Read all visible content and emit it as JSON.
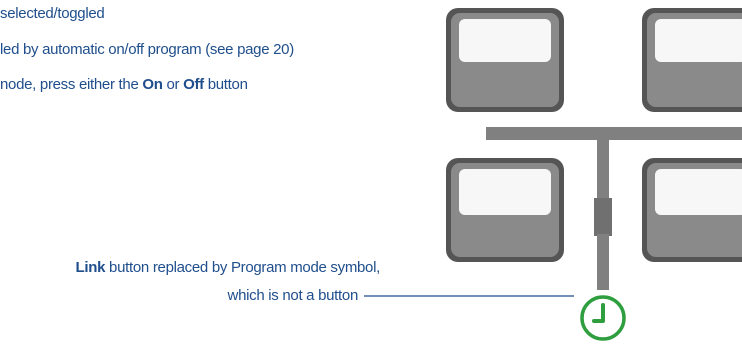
{
  "bullets": {
    "line1": "selected/toggled",
    "line2": "led by automatic on/off program (see page 20)",
    "line3_prefix": "node, press either the ",
    "line3_on": "On",
    "line3_or": " or ",
    "line3_off": "Off",
    "line3_suffix": " button"
  },
  "callout": {
    "bold": "Link",
    "line1_rest": " button replaced by Program mode symbol,",
    "line2": "which is not a button"
  },
  "colors": {
    "text": "#1f4e8c",
    "device_frame": "#555555",
    "device_body": "#8a8a8a",
    "screen": "#f7f7f7",
    "connector": "#808080",
    "program_symbol": "#2e9e3e"
  },
  "icons": {
    "program_mode": "clock-icon"
  }
}
